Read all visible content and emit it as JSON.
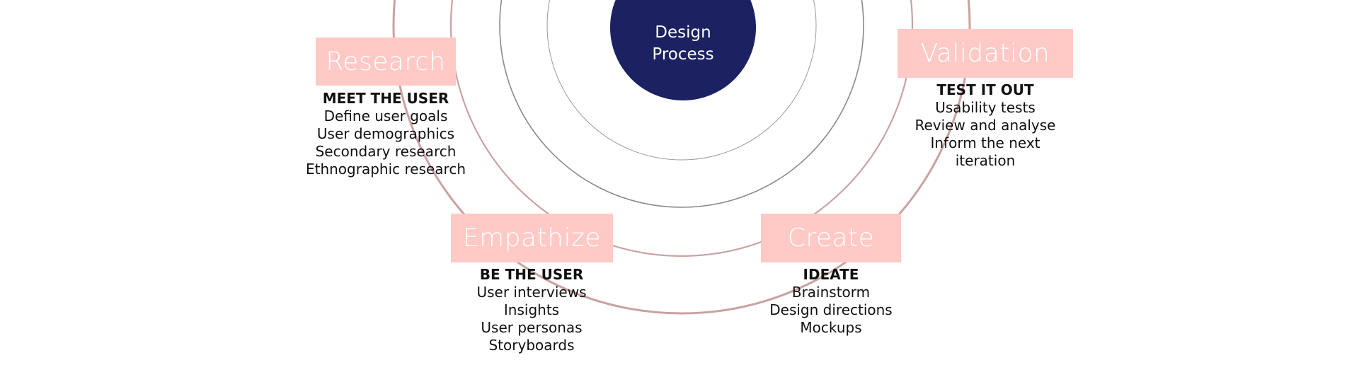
{
  "center": {
    "line1": "Design",
    "line2": "Process",
    "color": "#1b2161"
  },
  "colors": {
    "label_bg": "#ffc9c6",
    "outer_ring": "#c9a2a2",
    "inner_ring": "#8a8a8a"
  },
  "stages": {
    "research": {
      "label": "Research",
      "heading": "MEET THE USER",
      "items": [
        "Define user goals",
        "User demographics",
        "Secondary research",
        "Ethnographic research"
      ]
    },
    "empathize": {
      "label": "Empathize",
      "heading": "BE THE USER",
      "items": [
        "User interviews",
        "Insights",
        "User personas",
        "Storyboards"
      ]
    },
    "create": {
      "label": "Create",
      "heading": "IDEATE",
      "items": [
        "Brainstorm",
        "Design directions",
        "Mockups"
      ]
    },
    "validation": {
      "label": "Validation",
      "heading": "TEST IT OUT",
      "items": [
        "Usability tests",
        "Review and analyse",
        "Inform the next",
        "iteration"
      ]
    }
  }
}
